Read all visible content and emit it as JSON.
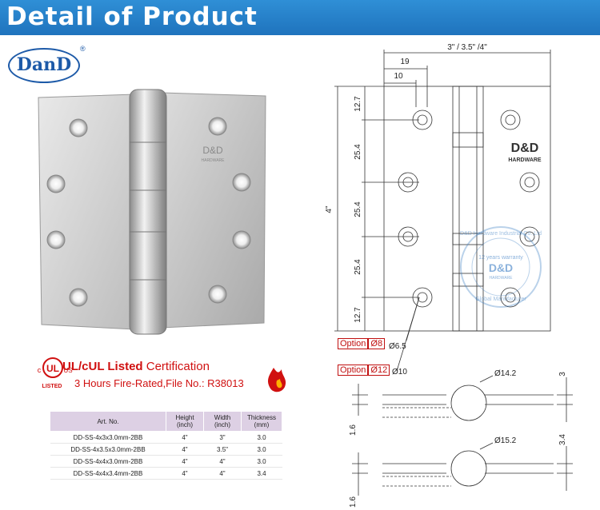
{
  "banner": {
    "title": "Detail of Product"
  },
  "logo": {
    "text": "DanD",
    "reg": "®"
  },
  "product": {
    "leaf_text_1": "D&D",
    "leaf_text_2": "HARDWARE"
  },
  "certification": {
    "mark_ul": "UL",
    "mark_c": "c",
    "mark_us": "US",
    "mark_listed": "LISTED",
    "title_bold": "UL/cUL Listed",
    "title_rest": " Certification",
    "subtitle": "3 Hours Fire-Rated,File No.: R38013"
  },
  "spec_table": {
    "headers": [
      "Art. No.",
      "Height\n(inch)",
      "Width\n(inch)",
      "Thickness\n(mm)"
    ],
    "rows": [
      [
        "DD-SS-4x3x3.0mm-2BB",
        "4\"",
        "3\"",
        "3.0"
      ],
      [
        "DD-SS-4x3.5x3.0mm-2BB",
        "4\"",
        "3.5\"",
        "3.0"
      ],
      [
        "DD-SS-4x4x3.0mm-2BB",
        "4\"",
        "4\"",
        "3.0"
      ],
      [
        "DD-SS-4x4x3.4mm-2BB",
        "4\"",
        "4\"",
        "3.4"
      ]
    ]
  },
  "drawing": {
    "width_label": "3\" / 3.5\" /4\"",
    "dim_19": "19",
    "dim_10": "10",
    "height_label": "4\"",
    "v_dims": [
      "12.7",
      "25.4",
      "25.4",
      "25.4",
      "12.7"
    ],
    "brand_1": "D&D",
    "brand_2": "HARDWARE",
    "option_label": "Option",
    "opt1_value": "Ø8",
    "opt1_dim": "Ø6.5",
    "opt2_value": "Ø12",
    "opt2_dim": "Ø10",
    "knuckle1_dia": "Ø14.2",
    "knuckle1_thk": "3",
    "knuckle1_leaf": "1.6",
    "knuckle2_dia": "Ø15.2",
    "knuckle2_thk": "3.4",
    "knuckle2_leaf": "1.6"
  },
  "watermark": {
    "ring_text": "D&D Hardware Industrial Co.,Ltd",
    "warranty": "12 years warranty",
    "brand": "D&D",
    "sub": "HARDWARE",
    "bottom": "Global Manufacturer"
  }
}
